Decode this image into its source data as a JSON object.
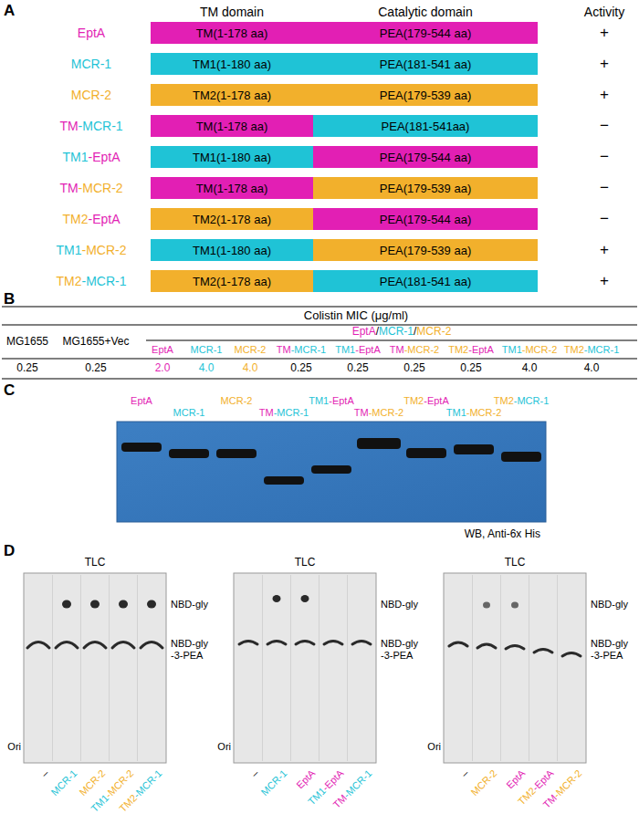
{
  "diagram": {
    "nodes": [
      {
        "text": [
          "TM(1-178 aa)"
        ]
      },
      {
        "text": [
          "PEA(179-544 aa)"
        ]
      },
      {
        "text": [
          "TM1(1-180 aa)"
        ]
      },
      {
        "text": [
          "PEA(181-541 aa)"
        ]
      },
      {
        "text": [
          "TM2(1-178 aa)"
        ]
      },
      {
        "text": [
          "PEA(179-539 aa)"
        ]
      },
      {
        "text": [
          "TM(1-178 aa)"
        ]
      },
      {
        "text": [
          "PEA(181-541aa)"
        ]
      },
      {
        "text": [
          "TM1(1-180 aa)"
        ]
      },
      {
        "text": [
          "PEA(179-544 aa)"
        ]
      },
      {
        "text": [
          "TM(1-178 aa)"
        ]
      },
      {
        "text": [
          "PEA(179-539 aa)"
        ]
      },
      {
        "text": [
          "TM2(1-178 aa)"
        ]
      },
      {
        "text": [
          "PEA(179-544 aa)"
        ]
      },
      {
        "text": [
          "TM1(1-180 aa)"
        ]
      },
      {
        "text": [
          "PEA(179-539 aa)"
        ]
      },
      {
        "text": [
          "TM2(1-178 aa)"
        ]
      },
      {
        "text": [
          "PEA(181-541 aa)"
        ]
      }
    ],
    "labels": [
      "A",
      "TM domain",
      "Catalytic domain",
      "Activity",
      "EptA",
      "+",
      "MCR-1",
      "+",
      "MCR-2",
      "+",
      "TM-MCR-1",
      "−",
      "TM1-EptA",
      "−",
      "TM-MCR-2",
      "−",
      "TM2-EptA",
      "−",
      "TM1-MCR-2",
      "+",
      "TM2-MCR-1",
      "+",
      "B",
      "Colistin MIC (μg/ml)",
      "MG1655",
      "MG1655+Vec",
      "EptA/MCR-1/MCR-2",
      "EptA",
      "MCR-1",
      "MCR-2",
      "TM-MCR-1",
      "TM1-EptA",
      "TM-MCR-2",
      "TM2-EptA",
      "TM1-MCR-2",
      "TM2-MCR-1",
      "0.25",
      "0.25",
      "2.0",
      "4.0",
      "4.0",
      "0.25",
      "0.25",
      "0.25",
      "0.25",
      "4.0",
      "4.0",
      "C",
      "EptA",
      "MCR-1",
      "MCR-2",
      "TM-MCR-1",
      "TM1-EptA",
      "TM-MCR-2",
      "TM2-EptA",
      "TM1-MCR-2",
      "TM2-MCR-1",
      "WB, Anti-6x His",
      "D",
      "TLC",
      "NBD-gly",
      "NBD-gly -3-PEA",
      "Ori",
      "–",
      "MCR-1",
      "MCR-2",
      "TM1-MCR-2",
      "TM2-MCR-1",
      "TLC",
      "NBD-gly",
      "NBD-gly -3-PEA",
      "Ori",
      "–",
      "MCR-1",
      "EptA",
      "TM1-EptA",
      "TM-MCR-1",
      "TLC",
      "NBD-gly",
      "NBD-gly -3-PEA",
      "Ori",
      "–",
      "MCR-2",
      "EptA",
      "TM2-EptA",
      "TM-MCR-2"
    ]
  }
}
